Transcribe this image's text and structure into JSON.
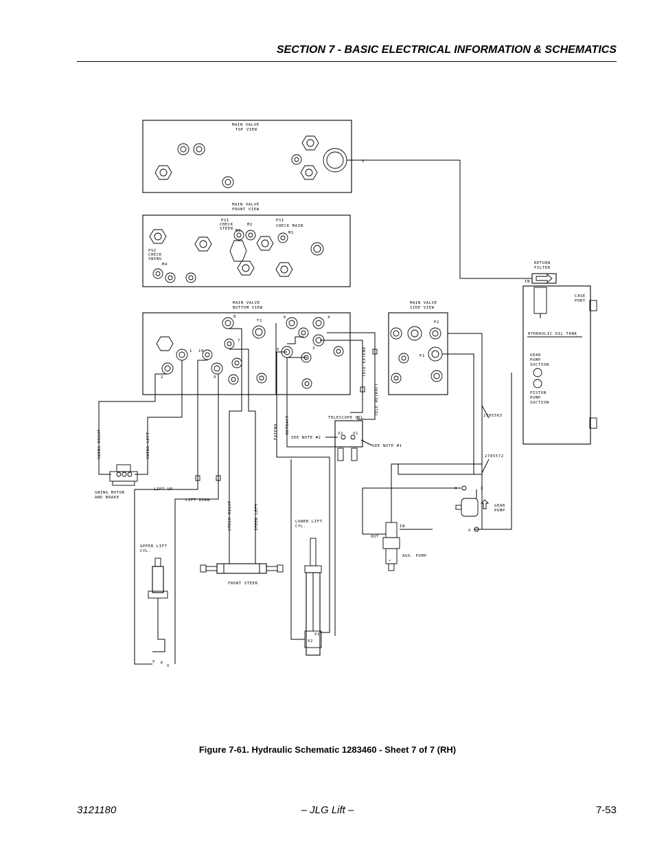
{
  "header": {
    "section_title": "SECTION 7 - BASIC ELECTRICAL INFORMATION & SCHEMATICS"
  },
  "figure": {
    "caption": "Figure 7-61.  Hydraulic Schematic 1283460 - Sheet 7 of 7 (RH)"
  },
  "footer": {
    "doc_number": "3121180",
    "center": "– JLG Lift –",
    "page": "7-53"
  },
  "labels": {
    "main_valve_top_view": [
      "MAIN VALVE",
      "TOP VIEW"
    ],
    "main_valve_front_view": [
      "MAIN VALVE",
      "FRONT VIEW"
    ],
    "psi_check_steer": [
      "PSI",
      "CHECK",
      "STEER"
    ],
    "m2": "M2",
    "m3": "M3",
    "psi_check_main": [
      "PSI",
      "CHECK MAIN"
    ],
    "m1": "M1",
    "psi_check_swing": [
      "PSI",
      "CHECK",
      "SWING"
    ],
    "m4": "M4",
    "main_valve_bottom_view": [
      "MAIN VALVE",
      "BOTTOM VIEW"
    ],
    "main_valve_side_view": [
      "MAIN VALVE",
      "SIDE VIEW"
    ],
    "port_8": "8",
    "port_t1": "T1",
    "port_6": "6",
    "port_4": "4",
    "port_7": "7",
    "port_1": "1",
    "port_10": "10",
    "port_3": "3",
    "port_5": "5",
    "port_2": "2",
    "port_9": "9",
    "port_p2": "P2",
    "port_p1": "P1",
    "return_filter": [
      "RETURN",
      "FILTER"
    ],
    "in_filter": "IN",
    "case_port": [
      "CASE",
      "PORT"
    ],
    "hydraulic_oil_tank": "HYDRAULIC OIL TANK",
    "gear_pump_suction": [
      "GEAR",
      "PUMP",
      "SUCTION"
    ],
    "piston_pump_suction": [
      "PISTON",
      "PUMP",
      "SUCTION"
    ],
    "part_2785563": "2785563",
    "part_2785572": "2785572",
    "tele_extend": "TELE EXTEND",
    "tele_retract": "TELE RETRACT",
    "telescope_cyl": "TELESCOPE CYL",
    "see_note_2": "SEE NOTE #2",
    "see_note_1": "SEE NOTE #1",
    "v2": "V2",
    "v1": "V1",
    "extend": "EXTEND",
    "retract": "RETRACT",
    "swing_right": "SWING RIGHT",
    "swing_left": "SWING LEFT",
    "swing_motor_and_brake": [
      "SWING MOTOR",
      "AND BRAKE"
    ],
    "lift_up": "LIFT UP",
    "lift_down": "LIFT DOWN",
    "steer_right": "STEER RIGHT",
    "steer_left": "STEER LEFT",
    "upper_lift_cyl": [
      "UPPER LIFT",
      "CYL."
    ],
    "lower_lift_cyl": [
      "LOWER LIFT",
      "CYL."
    ],
    "front_steer": "FRONT STEER",
    "v": "V",
    "p": "P",
    "gear_pump": [
      "GEAR",
      "PUMP"
    ],
    "out": "OUT",
    "in_pump": "IN",
    "aux_pump": "AUX. PUMP"
  }
}
